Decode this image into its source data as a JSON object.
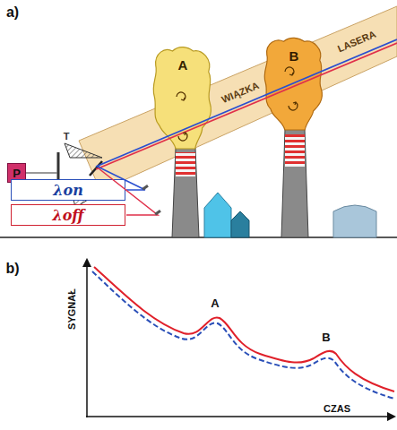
{
  "diagram": {
    "nodes": [
      {
        "text": [
          "P"
        ]
      },
      {
        "text": [
          "λon"
        ]
      },
      {
        "text": [
          "λoff"
        ]
      },
      {
        "text": [
          "A"
        ]
      },
      {
        "text": [
          "B"
        ]
      }
    ],
    "labels": [
      "a)",
      "b)",
      "T",
      "WIĄZKA",
      "LASERA",
      "SYGNAŁ",
      "CZAS",
      "A",
      "B"
    ]
  }
}
